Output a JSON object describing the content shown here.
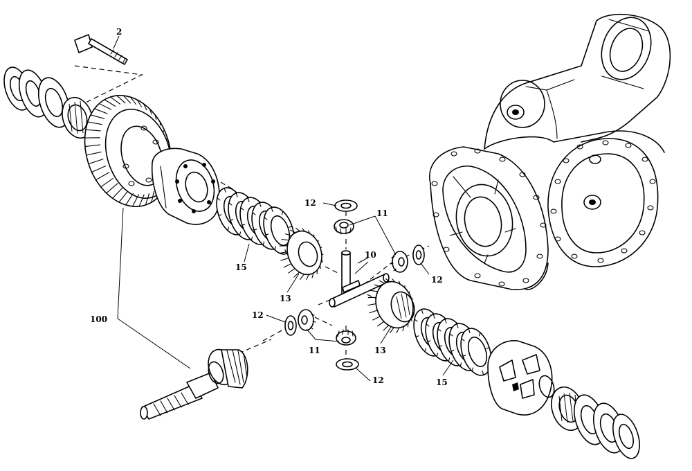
{
  "callouts": {
    "c2": "2",
    "c10": "10",
    "c11a": "11",
    "c11b": "11",
    "c12a": "12",
    "c12b": "12",
    "c12c": "12",
    "c12d": "12",
    "c13a": "13",
    "c13b": "13",
    "c15a": "15",
    "c15b": "15",
    "c100": "100"
  }
}
